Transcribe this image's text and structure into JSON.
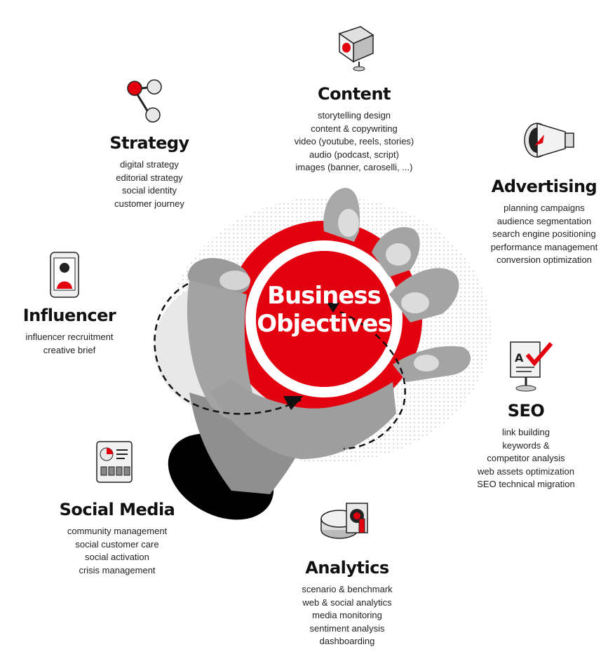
{
  "center": {
    "line1": "Business",
    "line2": "Objectives"
  },
  "sections": {
    "content": {
      "title": "Content",
      "items": [
        "storytelling design",
        "content & copywriting",
        "video (youtube, reels, stories)",
        "audio (podcast, script)",
        "images (banner, caroselli, ...)"
      ]
    },
    "strategy": {
      "title": "Strategy",
      "items": [
        "digital strategy",
        "editorial strategy",
        "social identity",
        "customer journey"
      ]
    },
    "advertising": {
      "title": "Advertising",
      "items": [
        "planning campaigns",
        "audience segmentation",
        "search engine positioning",
        "performance management",
        "conversion optimization"
      ]
    },
    "influencer": {
      "title": "Influencer",
      "items": [
        "influencer recruitment",
        "creative brief"
      ]
    },
    "seo": {
      "title": "SEO",
      "items": [
        "link building",
        "keywords &",
        "competitor analysis",
        "web assets optimization",
        "SEO technical migration"
      ]
    },
    "social_media": {
      "title": "Social Media",
      "items": [
        "community management",
        "social customer care",
        "social activation",
        "crisis management"
      ]
    },
    "analytics": {
      "title": "Analytics",
      "items": [
        "scenario & benchmark",
        "web & social analytics",
        "media monitoring",
        "sentiment analysis",
        "dashboarding"
      ]
    }
  },
  "colors": {
    "accent": "#e3000f",
    "ink": "#111111",
    "hand": "#9a9a9a"
  },
  "icons": {
    "content": "camera-icon",
    "strategy": "flow-nodes-icon",
    "advertising": "megaphone-icon",
    "influencer": "smartphone-person-icon",
    "seo": "monitor-checkmark-icon",
    "social_media": "dashboard-tablet-icon",
    "analytics": "pie-chart-icon"
  }
}
